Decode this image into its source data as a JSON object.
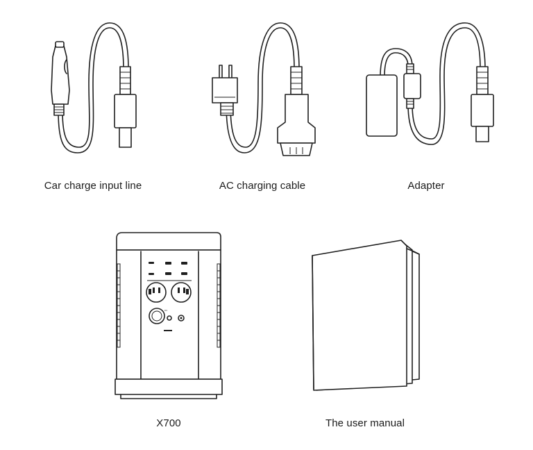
{
  "items": {
    "car_charge": {
      "label": "Car charge input line",
      "icon": "car-charger-cable-icon"
    },
    "ac_cable": {
      "label": "AC charging cable",
      "icon": "ac-power-cable-icon"
    },
    "adapter": {
      "label": "Adapter",
      "icon": "power-adapter-icon"
    },
    "x700": {
      "label": "X700",
      "icon": "power-station-icon"
    },
    "manual": {
      "label": "The user manual",
      "icon": "user-manual-booklet-icon"
    }
  },
  "colors": {
    "line": "#1f1f1f",
    "background": "#ffffff"
  }
}
